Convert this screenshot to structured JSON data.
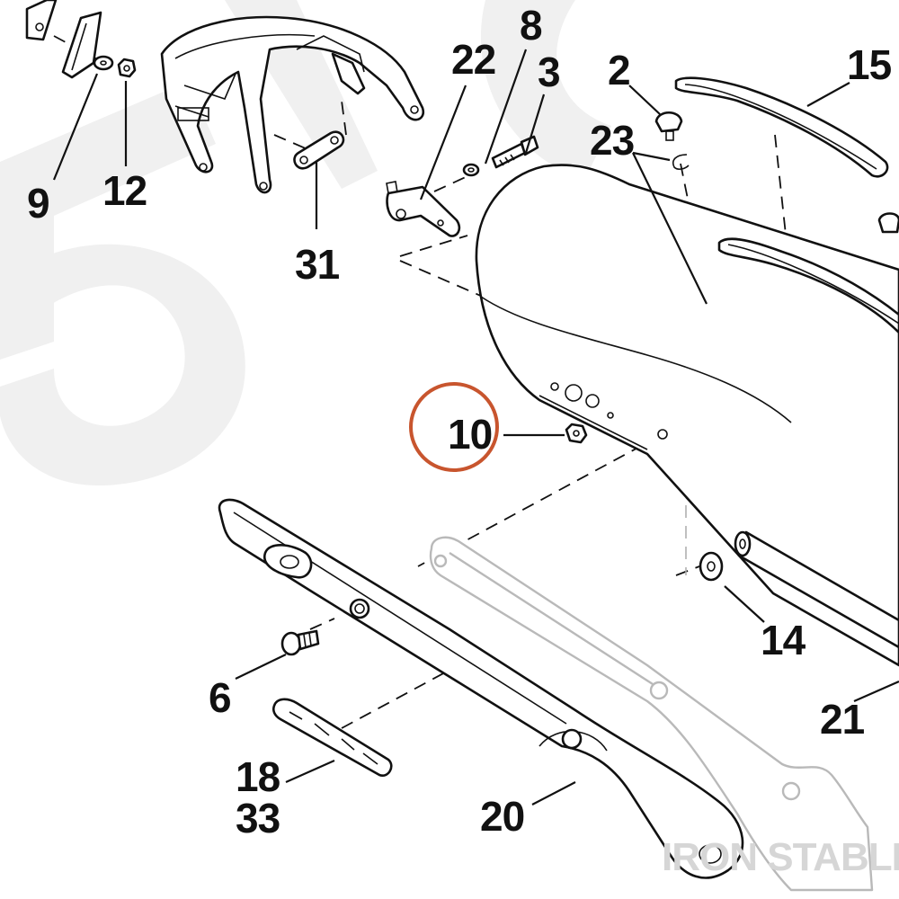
{
  "labels": {
    "p2": "2",
    "p3": "3",
    "p6": "6",
    "p8": "8",
    "p9": "9",
    "p10": "10",
    "p12": "12",
    "p14": "14",
    "p15": "15",
    "p18": "18",
    "p20": "20",
    "p21": "21",
    "p22": "22",
    "p23": "23",
    "p31": "31",
    "p33": "33"
  },
  "highlight": {
    "part": "10",
    "color": "#c8552e"
  },
  "brand_watermark": "IRON STABLE",
  "colors": {
    "line": "#111111",
    "ghost": "#b9b9b9",
    "watermark": "#f0f0f0"
  }
}
